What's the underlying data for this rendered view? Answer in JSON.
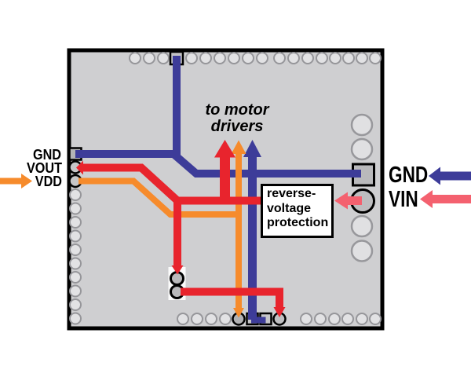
{
  "diagram": {
    "annotation_to_motor_drivers": "to motor drivers",
    "callout_reverse_voltage": "reverse-voltage protection"
  },
  "pins": {
    "left": {
      "gnd": "GND",
      "vout": "VOUT",
      "vdd": "VDD"
    },
    "right": {
      "gnd": "GND",
      "vin": "VIN"
    }
  },
  "colors": {
    "board_fill": "#cfcfd1",
    "board_border": "#000000",
    "pad_fill": "#e2e2e4",
    "pad_stroke": "#96969a",
    "trace_gnd_blue": "#3d3c99",
    "trace_power_red": "#e8242d",
    "trace_vdd_orange": "#f68b2c",
    "arrow_vin_pink": "#f4616f"
  }
}
